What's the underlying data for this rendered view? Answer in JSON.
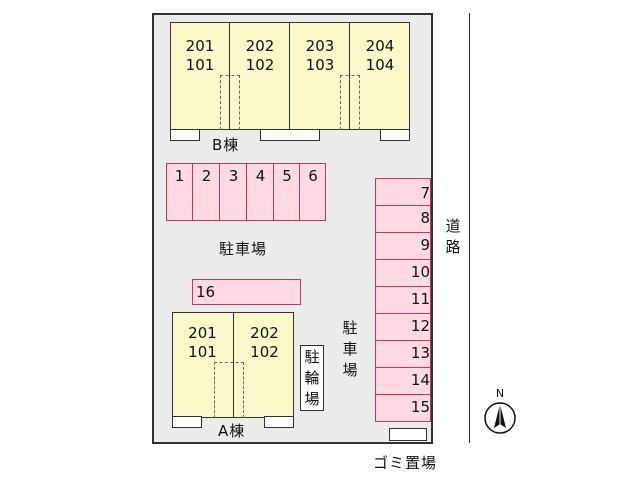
{
  "building_b": {
    "label": "B棟",
    "units": [
      {
        "upper": "201",
        "lower": "101"
      },
      {
        "upper": "202",
        "lower": "102"
      },
      {
        "upper": "203",
        "lower": "103"
      },
      {
        "upper": "204",
        "lower": "104"
      }
    ]
  },
  "building_a": {
    "label": "A棟",
    "units": [
      {
        "upper": "201",
        "lower": "101"
      },
      {
        "upper": "202",
        "lower": "102"
      }
    ]
  },
  "parking_top": [
    "1",
    "2",
    "3",
    "4",
    "5",
    "6"
  ],
  "parking_wide": "16",
  "parking_right": [
    "7",
    "8",
    "9",
    "10",
    "11",
    "12",
    "13",
    "14",
    "15"
  ],
  "labels": {
    "parking_center": "駐車場",
    "parking_right_vertical": [
      "駐",
      "車",
      "場"
    ],
    "bike_vertical": [
      "駐",
      "輪",
      "場"
    ],
    "road_vertical": [
      "道",
      "路"
    ],
    "garbage": "ゴミ置場",
    "north": "N"
  }
}
